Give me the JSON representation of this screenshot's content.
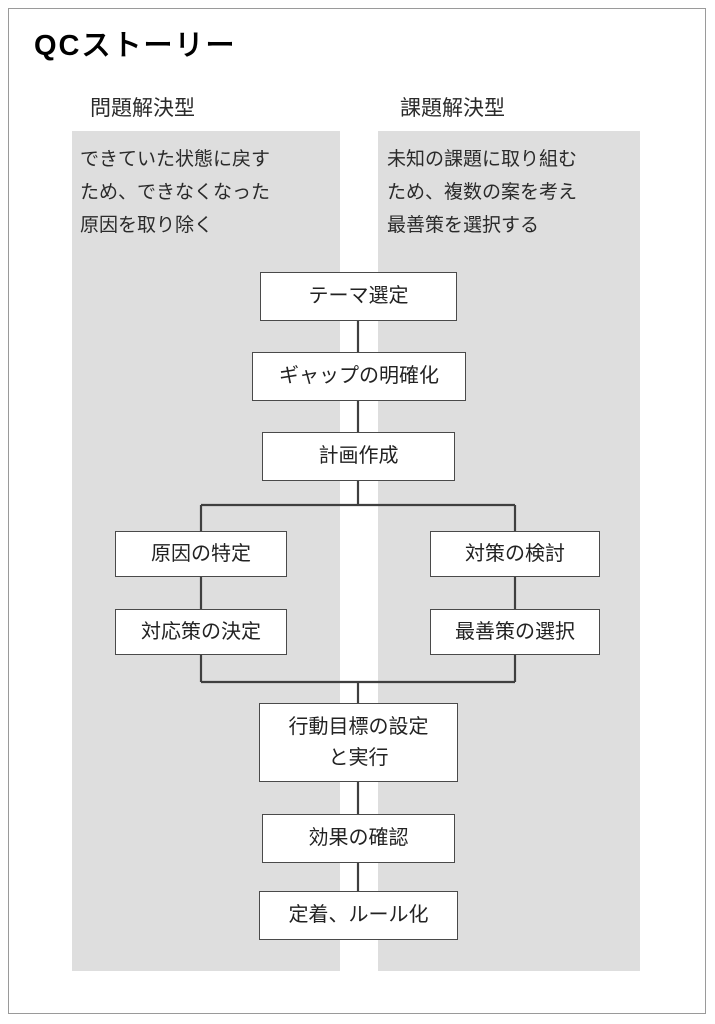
{
  "page": {
    "title": "QCストーリー",
    "border_color": "#9a9a9a",
    "band_color": "#dedede",
    "node_border_color": "#4a4a4a",
    "node_fill": "#ffffff"
  },
  "columns": [
    {
      "id": "problem-solving",
      "header": "問題解決型",
      "description_lines": [
        "できていた状態に戻す",
        "ため、できなくなった",
        "原因を取り除く"
      ]
    },
    {
      "id": "task-achieving",
      "header": "課題解決型",
      "description_lines": [
        "未知の課題に取り組む",
        "ため、複数の案を考え",
        "最善策を選択する"
      ]
    }
  ],
  "flow": {
    "shared_top": [
      {
        "id": "theme",
        "label": "テーマ選定"
      },
      {
        "id": "gap",
        "label": "ギャップの明確化"
      },
      {
        "id": "plan",
        "label": "計画作成"
      }
    ],
    "branch_left": [
      {
        "id": "cause",
        "label": "原因の特定"
      },
      {
        "id": "decide",
        "label": "対応策の決定"
      }
    ],
    "branch_right": [
      {
        "id": "measure",
        "label": "対策の検討"
      },
      {
        "id": "best",
        "label": "最善策の選択"
      }
    ],
    "shared_bottom": [
      {
        "id": "action",
        "label_line1": "行動目標の設定",
        "label_line2": "と実行"
      },
      {
        "id": "effect",
        "label": "効果の確認"
      },
      {
        "id": "fix",
        "label": "定着、ルール化"
      }
    ]
  }
}
